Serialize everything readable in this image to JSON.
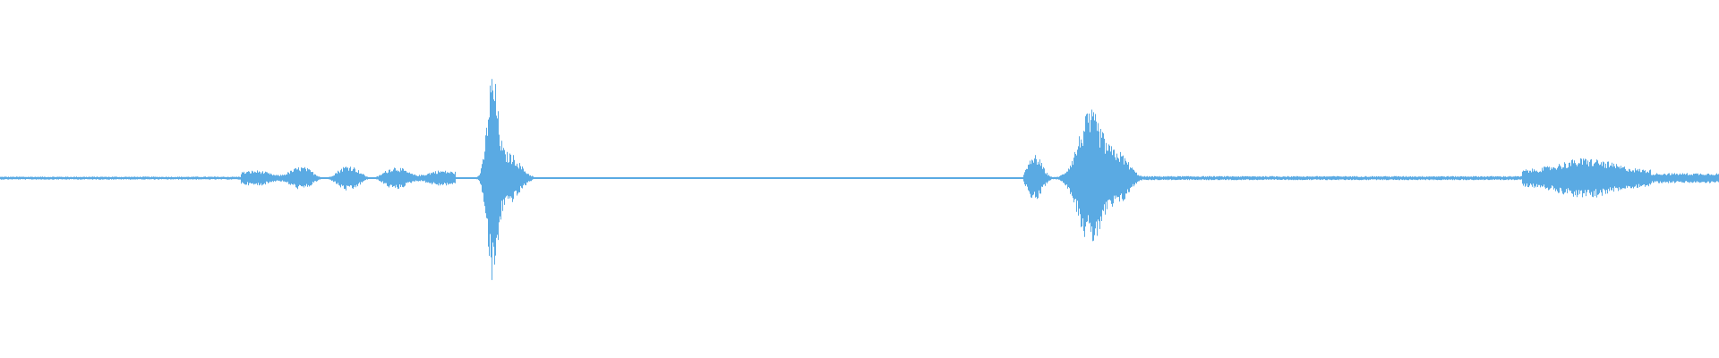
{
  "waveform": {
    "color": "#5aaae3",
    "background": "#ffffff",
    "baseline_level": 0.006,
    "segments": [
      {
        "name": "noise-lead",
        "start": 0.0,
        "end": 0.14,
        "level": 0.015
      },
      {
        "name": "burst-1",
        "start": 0.14,
        "end": 0.265,
        "level": 0.13
      },
      {
        "name": "peak-1",
        "start": 0.275,
        "end": 0.31,
        "level": 1.0
      },
      {
        "name": "silence",
        "start": 0.31,
        "end": 0.595,
        "level": 0.006
      },
      {
        "name": "burst-2",
        "start": 0.595,
        "end": 0.665,
        "level": 0.67
      },
      {
        "name": "noise-mid",
        "start": 0.665,
        "end": 0.885,
        "level": 0.02
      },
      {
        "name": "burst-3",
        "start": 0.885,
        "end": 0.96,
        "level": 0.2
      },
      {
        "name": "tail",
        "start": 0.96,
        "end": 1.0,
        "level": 0.05
      }
    ]
  }
}
